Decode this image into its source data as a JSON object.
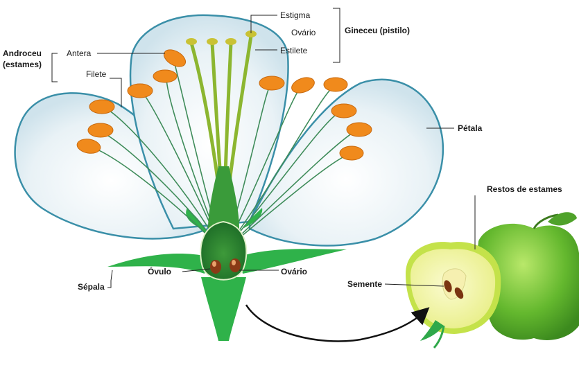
{
  "labels": {
    "estigma": "Estigma",
    "ovario_top": "Ovário",
    "estilete": "Estilete",
    "gineceu": "Gineceu (pistilo)",
    "androceu_line1": "Androceu",
    "androceu_line2": "(estames)",
    "antera": "Antera",
    "filete": "Filete",
    "petala": "Pétala",
    "restos": "Restos de estames",
    "ovulo": "Óvulo",
    "ovario_bottom": "Ovário",
    "sepala": "Sépala",
    "semente": "Semente"
  },
  "colors": {
    "petal_fill": "#eaf3f7",
    "petal_edge": "#3a8fa8",
    "anther": "#f08a1c",
    "filament": "#3f8c5a",
    "pistil": "#9cc23a",
    "sepal": "#2fb24a",
    "ovary": "#1f7a2e",
    "apple_green": "#6ec43a",
    "apple_flesh": "#f3f5a8"
  },
  "icons": [
    "arrow-curve-icon"
  ]
}
